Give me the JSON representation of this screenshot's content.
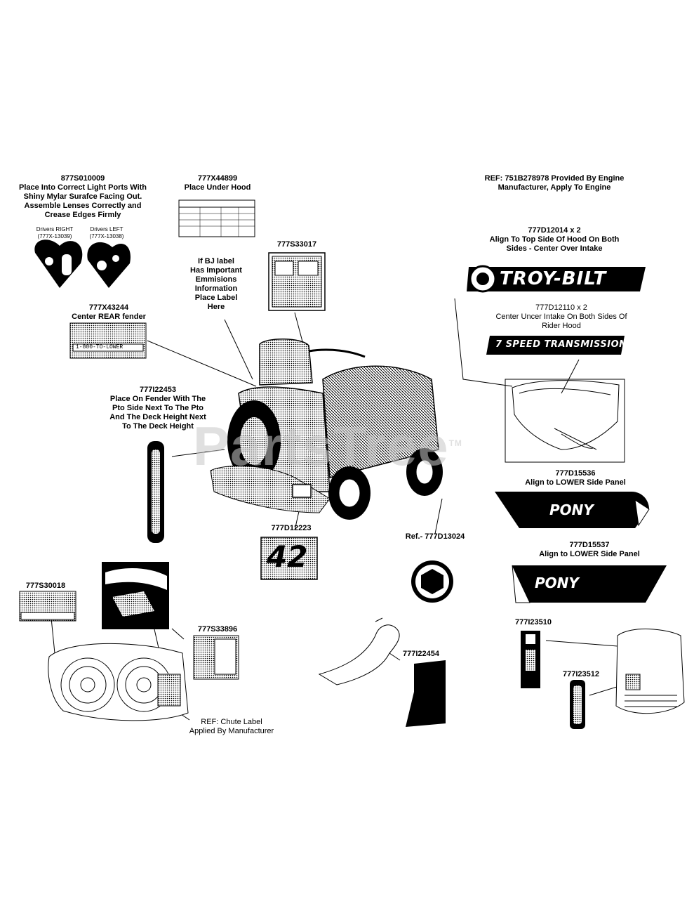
{
  "watermark": "PartsTree",
  "watermark_tm": "TM",
  "callouts": {
    "light_ports": {
      "part": "877S010009",
      "lines": [
        "Place Into Correct Light Ports With",
        "Shiny Mylar Surafce Facing Out.",
        "Assemble Lenses Correctly and",
        "Crease Edges Firmly"
      ]
    },
    "drivers_right": {
      "label": "Drivers RIGHT",
      "ref": "(777X-13039)"
    },
    "drivers_left": {
      "label": "Drivers LEFT",
      "ref": "(777X-13038)"
    },
    "under_hood": {
      "part": "777X44899",
      "lines": [
        "Place Under Hood"
      ]
    },
    "engine_ref": {
      "lines": [
        "REF: 751B278978 Provided By Engine",
        "Manufacturer, Apply To Engine"
      ]
    },
    "top_hood": {
      "part": "777D12014 x 2",
      "lines": [
        "Align To Top Side Of Hood On Both",
        "Sides - Center Over Intake"
      ]
    },
    "bj_label": {
      "lines": [
        "If BJ label",
        "Has Important",
        "Emmisions",
        "Information",
        "Place Label",
        "Here"
      ]
    },
    "emissions_label": {
      "part": "777S33017"
    },
    "rear_fender": {
      "part": "777X43244",
      "lines": [
        "Center REAR fender"
      ]
    },
    "intake": {
      "part": "777D12110 x 2",
      "lines": [
        "Center Uncer Intake On Both Sides Of",
        "Rider Hood"
      ]
    },
    "pto_fender": {
      "part": "777I22453",
      "lines": [
        "Place On Fender With The",
        "Pto Side Next To The Pto",
        "And The Deck Height Next",
        "To The Deck Height"
      ]
    },
    "lower_panel_1": {
      "part": "777D15536",
      "lines": [
        "Align to LOWER Side Panel"
      ]
    },
    "deck_size": {
      "part": "777D12223"
    },
    "ref_hex": {
      "part": "Ref.- 777D13024"
    },
    "lower_panel_2": {
      "part": "777D15537",
      "lines": [
        "Align to LOWER Side Panel"
      ]
    },
    "deck_label": {
      "part": "777S30018"
    },
    "chute_decal": {
      "part": "777S33896"
    },
    "chute_ref": {
      "lines": [
        "REF: Chute Label",
        "Applied By Manufacturer"
      ]
    },
    "pedal": {
      "part": "777I22454"
    },
    "dash_1": {
      "part": "777I23510"
    },
    "dash_2": {
      "part": "777I23512"
    }
  },
  "decals": {
    "brand": "TROY-BILT",
    "transmission": "7 SPEED TRANSMISSION",
    "model": "PONY",
    "deck_number": "42",
    "phone": "1-800-TO-LOWER"
  },
  "colors": {
    "ink": "#000000",
    "paper": "#ffffff",
    "watermark": "#c8c8c8"
  }
}
